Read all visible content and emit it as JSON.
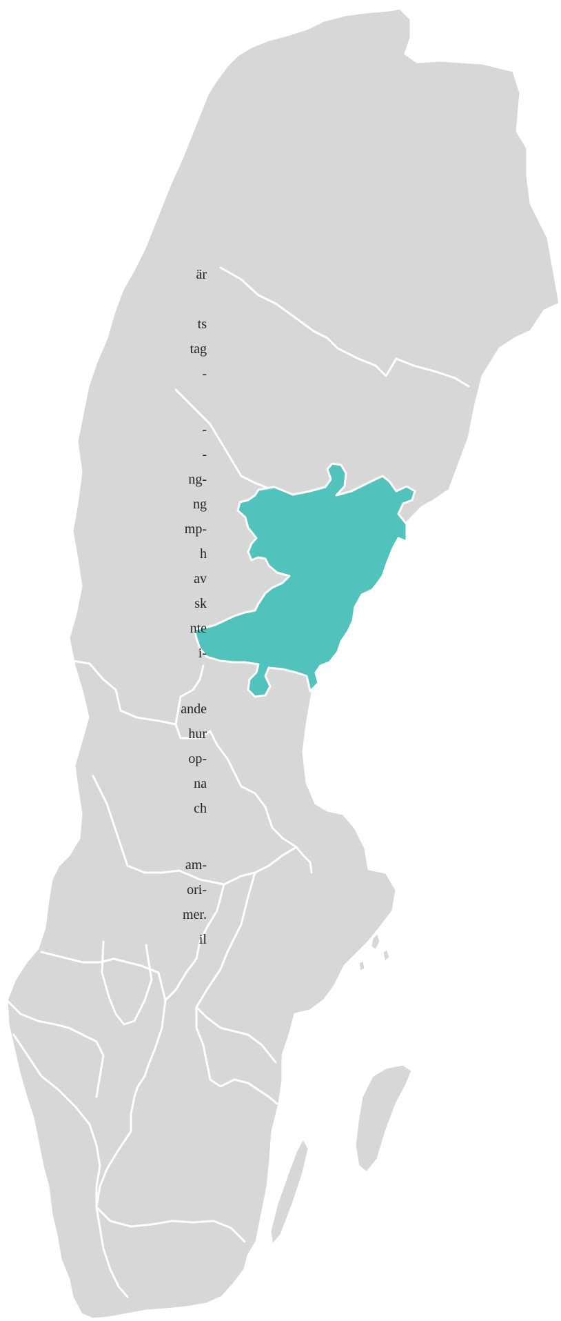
{
  "map": {
    "highlight_color": "#52c3bc",
    "base_color": "#d7d7d7",
    "border_color": "#ffffff"
  },
  "text_fragments": [
    "är",
    "ts",
    "tag",
    "-",
    "-",
    "-",
    "ng-",
    "ng",
    "mp-",
    "h",
    "av",
    "sk",
    "nte",
    "i-",
    "ande",
    "hur",
    "op-",
    "na",
    "ch",
    "am-",
    "ori-",
    "mer.",
    "il"
  ]
}
